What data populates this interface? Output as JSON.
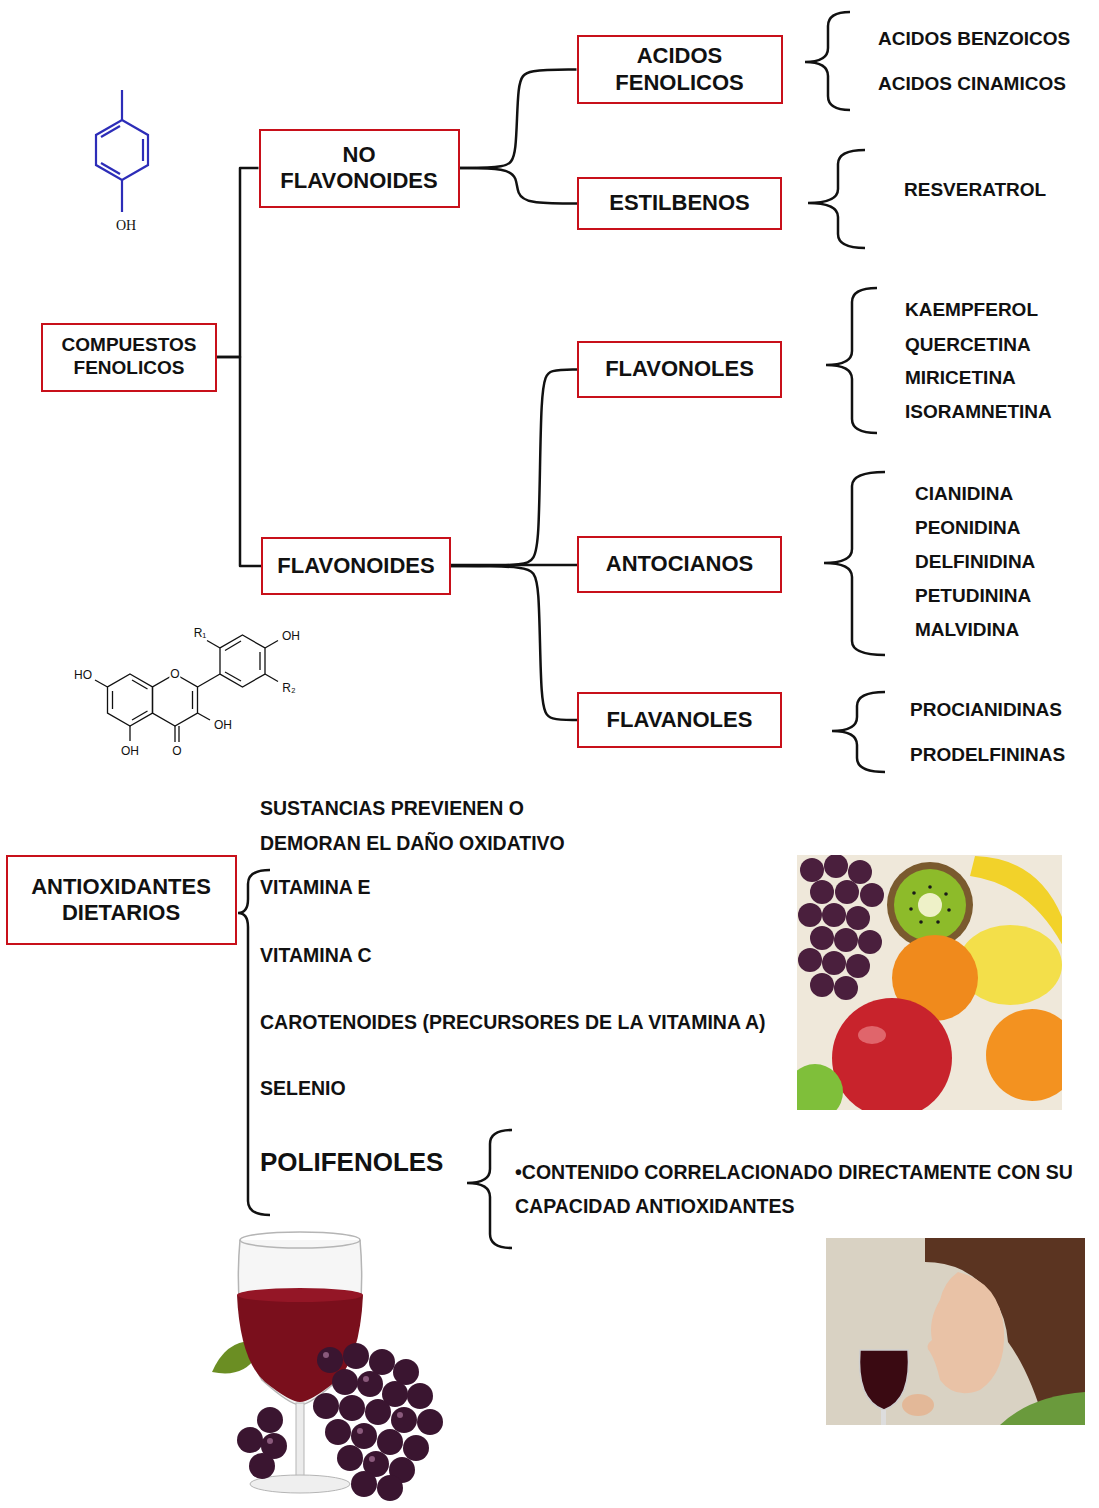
{
  "diagram": {
    "nodes": [
      {
        "text": [
          "COMPUESTOS FENOLICOS"
        ]
      },
      {
        "text": [
          "NO FLAVONOIDES"
        ]
      },
      {
        "text": [
          "FLAVONOIDES"
        ]
      },
      {
        "text": [
          "ACIDOS FENOLICOS"
        ]
      },
      {
        "text": [
          "ESTILBENOS"
        ]
      },
      {
        "text": [
          "FLAVONOLES"
        ]
      },
      {
        "text": [
          "ANTOCIANOS"
        ]
      },
      {
        "text": [
          "FLAVANOLES"
        ]
      },
      {
        "text": [
          "ANTIOXIDANTES DIETARIOS"
        ]
      }
    ],
    "edges": [
      {
        "from": 0,
        "to": 1,
        "arrow": "none"
      },
      {
        "from": 0,
        "to": 2,
        "arrow": "none"
      },
      {
        "from": 1,
        "to": 3,
        "arrow": "none"
      },
      {
        "from": 1,
        "to": 4,
        "arrow": "none"
      },
      {
        "from": 2,
        "to": 5,
        "arrow": "none"
      },
      {
        "from": 2,
        "to": 6,
        "arrow": "none"
      },
      {
        "from": 2,
        "to": 7,
        "arrow": "none"
      }
    ],
    "labels": [
      "ACIDOS BENZOICOS",
      "ACIDOS CINAMICOS",
      "RESVERATROL",
      "KAEMPFEROL",
      "QUERCETINA",
      "MIRICETINA",
      "ISORAMNETINA",
      "CIANIDINA",
      "PEONIDINA",
      "DELFINIDINA",
      "PETUDININA",
      "MALVIDINA",
      "PROCIANIDINAS",
      "PRODELFININAS",
      "SUSTANCIAS PREVIENEN O DEMORAN EL DAÑO OXIDATIVO",
      "VITAMINA E",
      "VITAMINA C",
      "CAROTENOIDES (PRECURSORES DE LA VITAMINA A)",
      "SELENIO",
      "POLIFENOLES",
      "•CONTENIDO CORRELACIONADO DIRECTAMENTE CON SU CAPACIDAD ANTIOXIDANTES",
      "OH",
      "R₁",
      "OH",
      "R₂",
      "HO",
      "O",
      "OH",
      "O",
      "OH"
    ]
  }
}
